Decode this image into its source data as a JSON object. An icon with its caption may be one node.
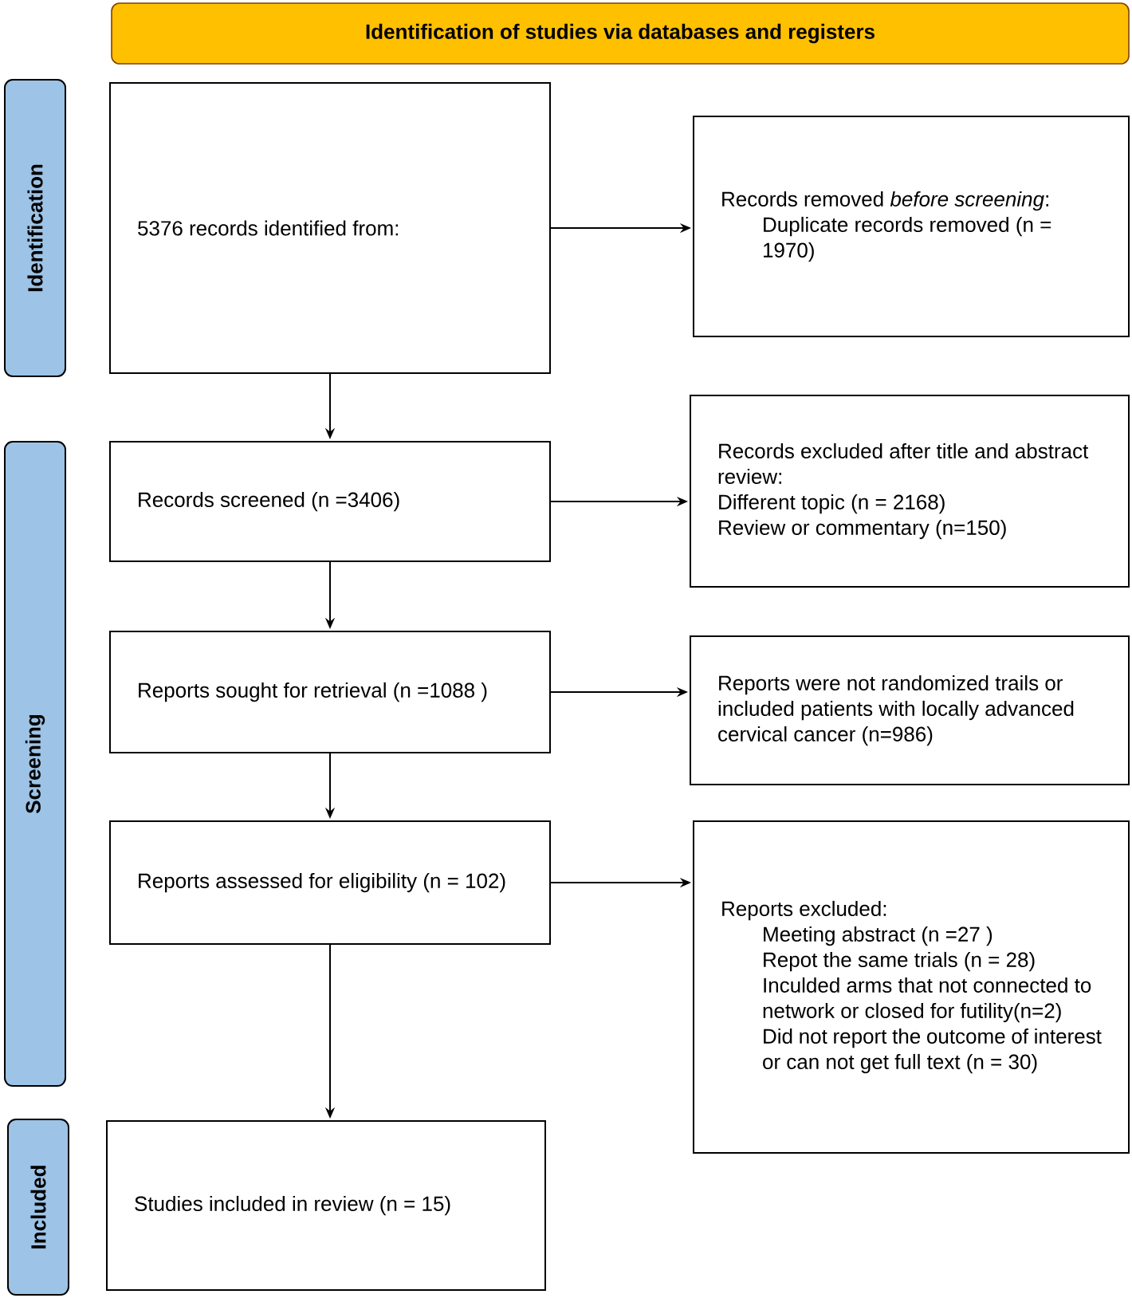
{
  "diagram": {
    "nodes": [
      {
        "text": [
          "Identification of studies via databases and registers"
        ]
      },
      {
        "text": [
          "Identification"
        ]
      },
      {
        "text": [
          "Screening"
        ]
      },
      {
        "text": [
          "Included"
        ]
      },
      {
        "text": [
          "5376 records identified from:"
        ]
      },
      {
        "text": [
          "Records removed *before screening*:",
          "Duplicate records removed (n = 1970)"
        ]
      },
      {
        "text": [
          "Records screened (n =3406)"
        ]
      },
      {
        "text": [
          "Records excluded after title and abstract review:",
          "Different topic (n = 2168)",
          "Review or commentary (n=150)"
        ]
      },
      {
        "text": [
          "Reports sought for retrieval (n =1088 )"
        ]
      },
      {
        "text": [
          "Reports were not randomized trails or included patients with locally advanced  cervical cancer (n=986)"
        ]
      },
      {
        "text": [
          "Reports assessed for eligibility (n = 102)"
        ]
      },
      {
        "text": [
          "Reports excluded:",
          "Meeting abstract  (n =27 )",
          "Repot the same trials  (n = 28)",
          "Inculded arms that not connected to network or closed for futility(n=2)",
          "Did not report the outcome of interest or can not get full text (n = 30)"
        ]
      },
      {
        "text": [
          "Studies included in review (n = 15)"
        ]
      }
    ],
    "edges": [
      {
        "from": 4,
        "to": 5,
        "arrow": "to"
      },
      {
        "from": 4,
        "to": 6,
        "arrow": "to"
      },
      {
        "from": 6,
        "to": 7,
        "arrow": "to"
      },
      {
        "from": 6,
        "to": 8,
        "arrow": "to"
      },
      {
        "from": 8,
        "to": 9,
        "arrow": "to"
      },
      {
        "from": 8,
        "to": 10,
        "arrow": "to"
      },
      {
        "from": 10,
        "to": 11,
        "arrow": "to"
      },
      {
        "from": 10,
        "to": 12,
        "arrow": "to"
      }
    ]
  }
}
